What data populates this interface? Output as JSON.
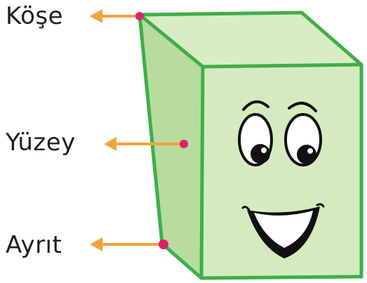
{
  "labels": {
    "corner": "Köşe",
    "face": "Yüzey",
    "edge": "Ayrıt"
  },
  "colors": {
    "face_front": "#d5ebbf",
    "face_side": "#b8dc9e",
    "face_top": "#d8edc3",
    "edge": "#3fae4a",
    "arrow": "#f2a33a",
    "marker": "#e01e6e",
    "text": "#1f1f1f"
  }
}
